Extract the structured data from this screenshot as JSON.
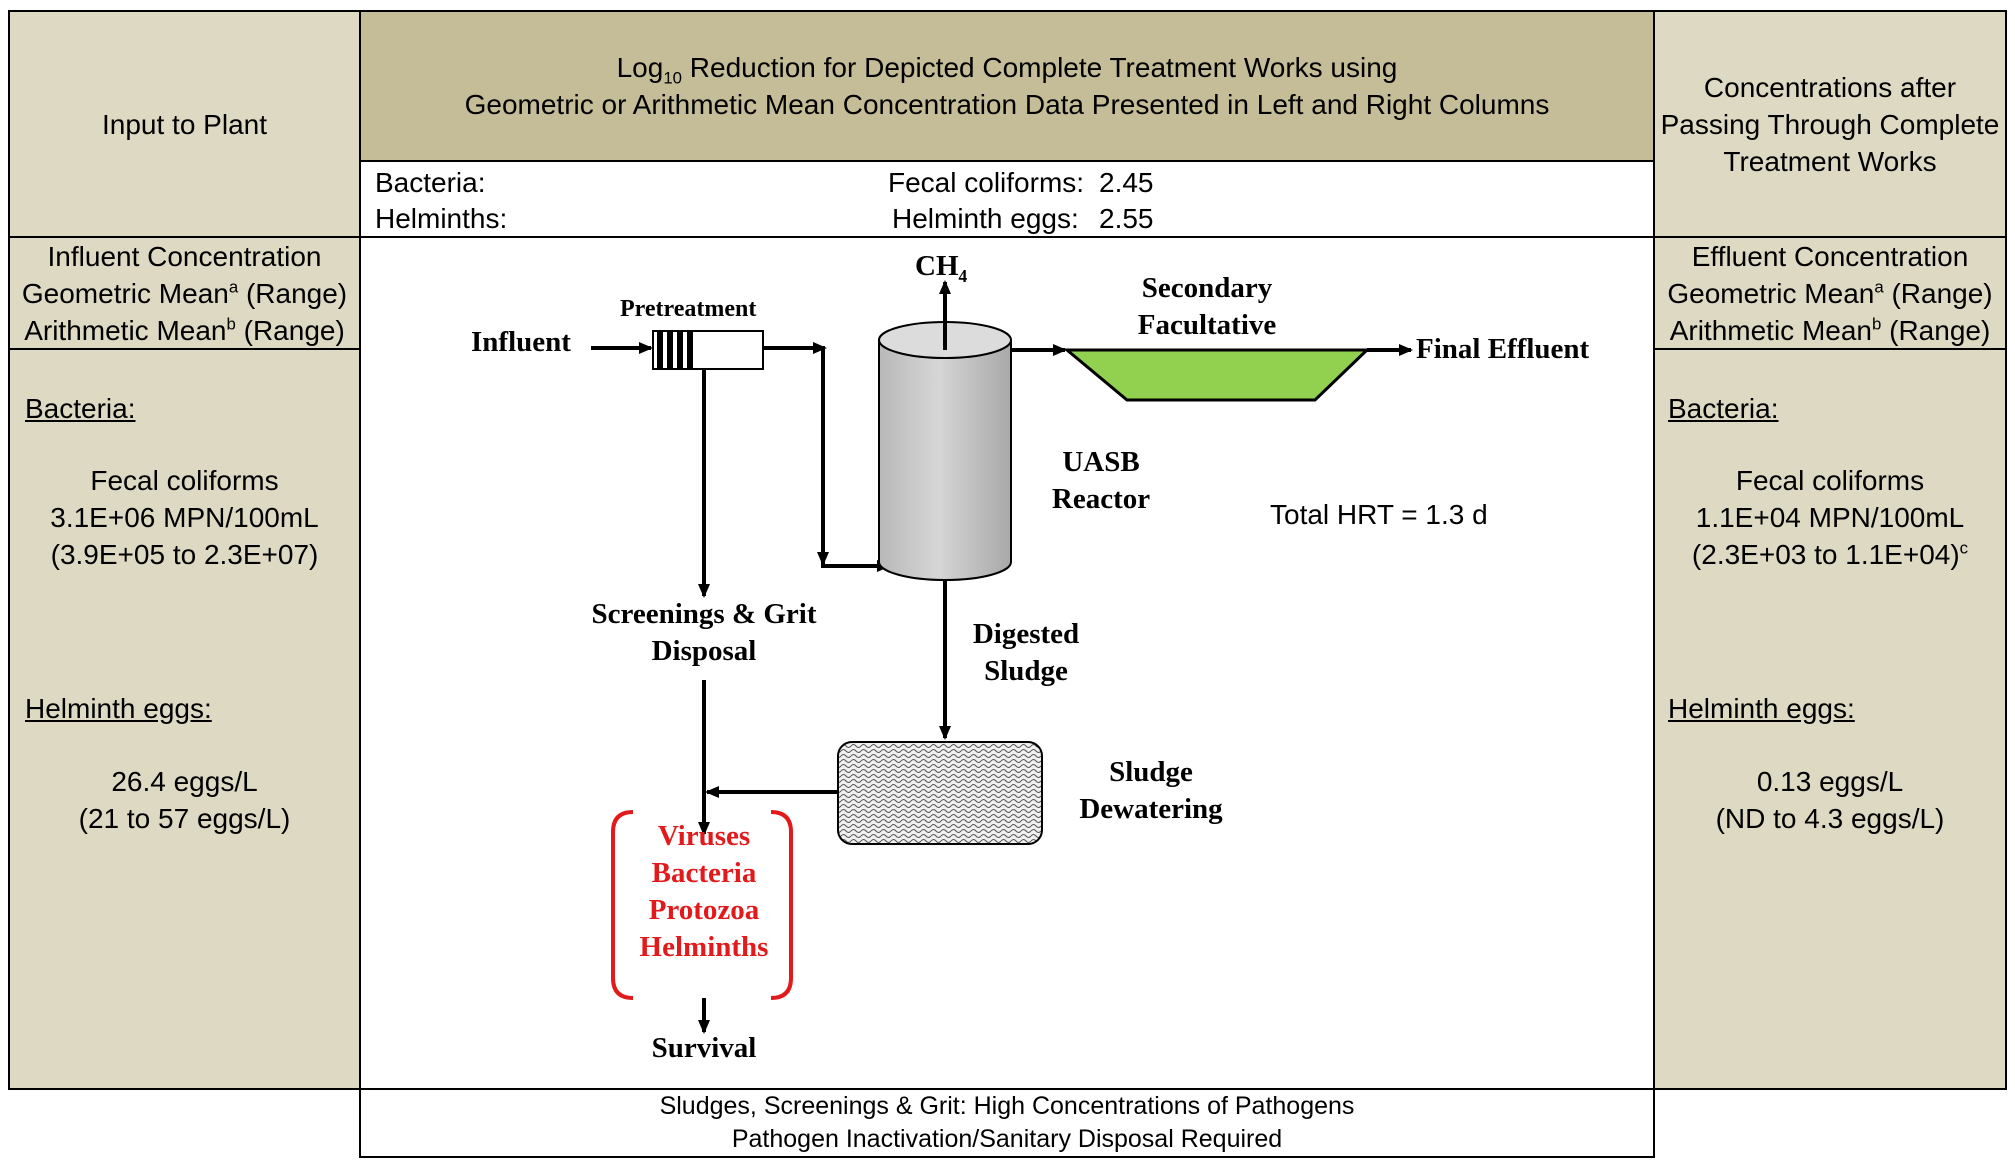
{
  "left": {
    "header": "Input to Plant",
    "subheader": {
      "line1": "Influent Concentration",
      "line2_main": "Geometric Mean",
      "line2_sup": "a",
      "line2_tail": " (Range)",
      "line3_main": "Arithmetic Mean",
      "line3_sup": "b",
      "line3_tail": " (Range)"
    },
    "bacteria_label": "Bacteria:",
    "bacteria_name": "Fecal coliforms",
    "bacteria_value": "3.1E+06 MPN/100mL",
    "bacteria_range": "(3.9E+05 to 2.3E+07)",
    "helminth_label": "Helminth eggs:",
    "helminth_value": "26.4 eggs/L",
    "helminth_range": "(21 to 57 eggs/L)"
  },
  "center": {
    "title_log": "Log",
    "title_sub": "10",
    "title_line1_rest": " Reduction for Depicted Complete Treatment Works using",
    "title_line2": "Geometric or Arithmetic Mean Concentration Data Presented in Left and Right Columns",
    "bacteria_label": "Bacteria:",
    "fecal_label": "Fecal coliforms:",
    "fecal_value": "2.45",
    "helminths_label": "Helminths:",
    "eggs_label": "Helminth eggs:",
    "eggs_value": "2.55"
  },
  "right": {
    "header_line1": "Concentrations after",
    "header_line2": "Passing Through Complete",
    "header_line3": "Treatment Works",
    "subheader": {
      "line1": "Effluent Concentration",
      "line2_main": "Geometric Mean",
      "line2_sup": "a",
      "line2_tail": " (Range)",
      "line3_main": "Arithmetic Mean",
      "line3_sup": "b",
      "line3_tail": " (Range)"
    },
    "bacteria_label": "Bacteria:",
    "bacteria_name": "Fecal coliforms",
    "bacteria_value": "1.1E+04 MPN/100mL",
    "bacteria_range": "(2.3E+03 to 1.1E+04)",
    "bacteria_range_sup": "c",
    "helminth_label": "Helminth eggs:",
    "helminth_value": "0.13 eggs/L",
    "helminth_range": "(ND to 4.3 eggs/L)"
  },
  "diagram": {
    "influent": "Influent",
    "pretreatment": "Pretreatment",
    "ch4_main": "CH",
    "ch4_sub": "4",
    "secondary_line1": "Secondary",
    "secondary_line2": "Facultative",
    "final_effluent": "Final Effluent",
    "uasb_line1": "UASB",
    "uasb_line2": "Reactor",
    "hrt": "Total HRT = 1.3 d",
    "screenings_line1": "Screenings & Grit",
    "screenings_line2": "Disposal",
    "digested_line1": "Digested",
    "digested_line2": "Sludge",
    "dewatering_line1": "Sludge",
    "dewatering_line2": "Dewatering",
    "pathogens": [
      "Viruses",
      "Bacteria",
      "Protozoa",
      "Helminths"
    ],
    "survival": "Survival",
    "pathogen_color": "#e31a1c",
    "facultative_color": "#92d050"
  },
  "footer": {
    "line1": "Sludges, Screenings & Grit: High Concentrations of Pathogens",
    "line2": "Pathogen Inactivation/Sanitary Disposal Required"
  }
}
